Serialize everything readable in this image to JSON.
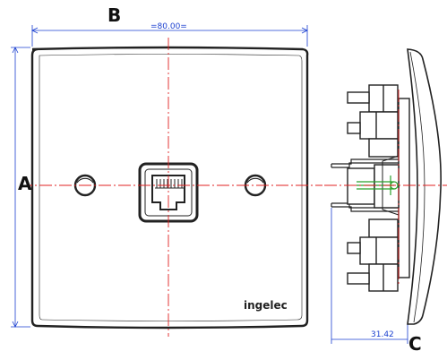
{
  "labels": {
    "a": "A",
    "b": "B",
    "c": "C"
  },
  "dimensions": {
    "width": "=80.00=",
    "depth": "31.42"
  },
  "brand": "ingelec",
  "colors": {
    "outline": "#222222",
    "centerline": "#e02020",
    "dimension": "#1a3fd0",
    "detail": "#2aa02a"
  }
}
